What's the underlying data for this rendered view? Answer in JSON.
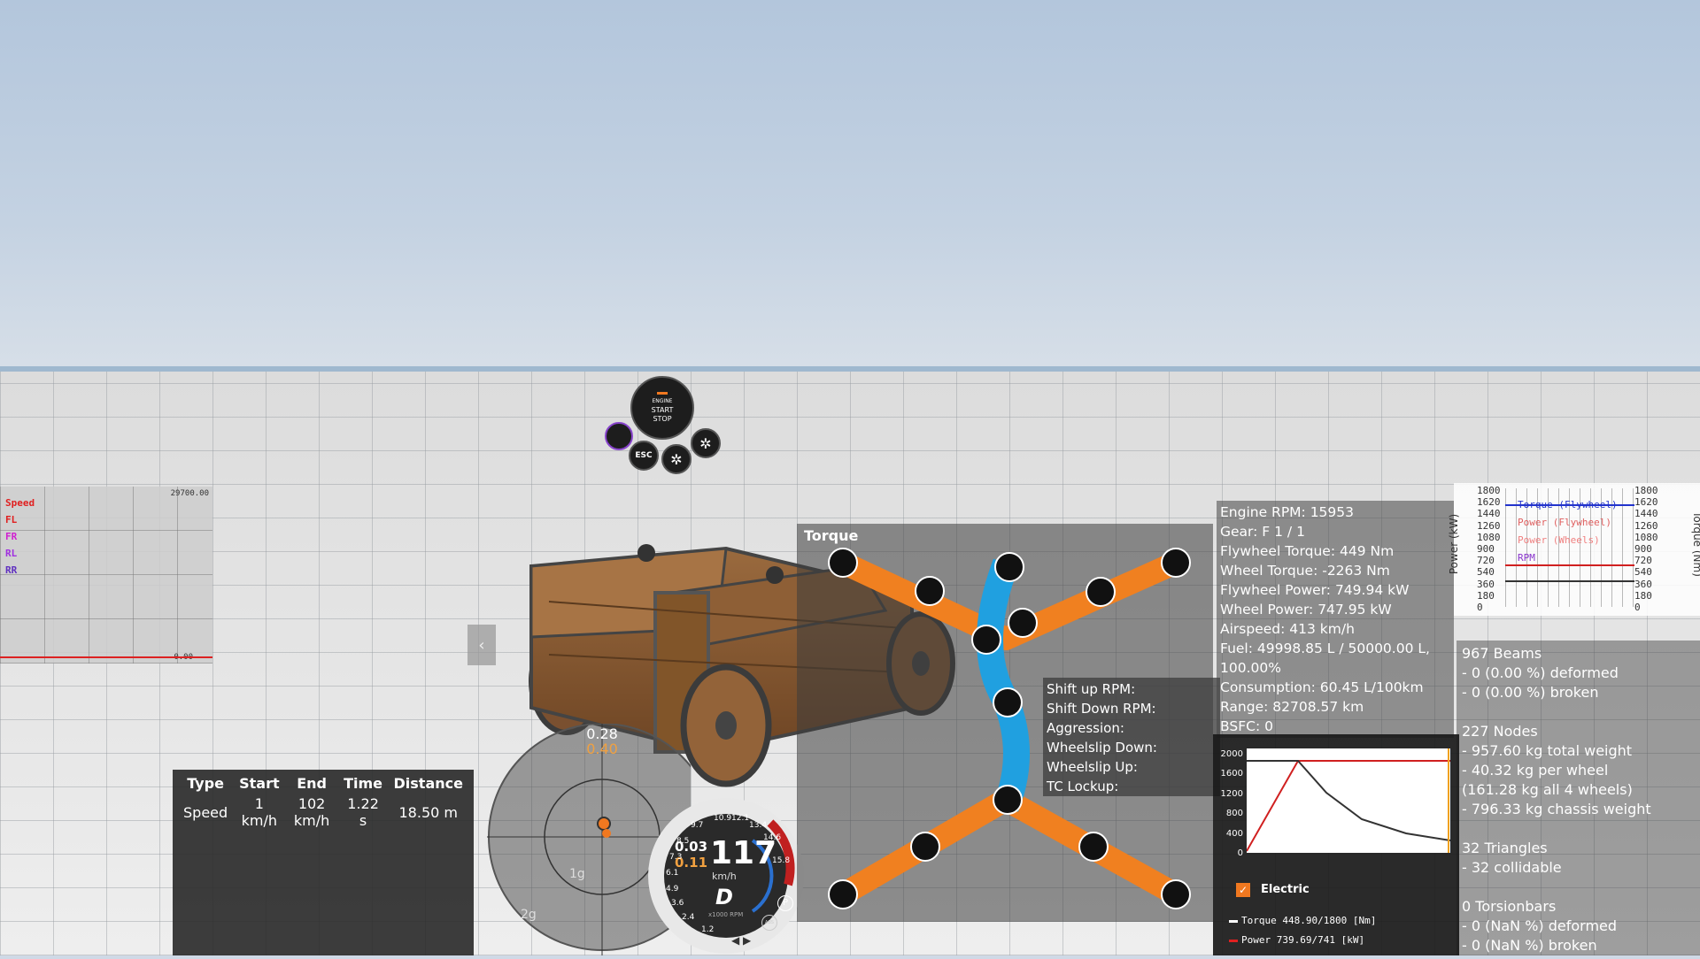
{
  "wheelspeed_graph": {
    "labels": [
      {
        "text": "Speed",
        "color": "#e02020"
      },
      {
        "text": "FL",
        "color": "#e02020"
      },
      {
        "text": "FR",
        "color": "#d020d0"
      },
      {
        "text": "RL",
        "color": "#a030e0"
      },
      {
        "text": "RR",
        "color": "#6030c0"
      }
    ],
    "max": "29700.00",
    "min": "0.00"
  },
  "engine_buttons": {
    "start_stop": [
      "ENGINE",
      "START",
      "STOP"
    ],
    "esc": "ESC"
  },
  "measurements": {
    "headers": [
      "Type",
      "Start",
      "End",
      "Time",
      "Distance"
    ],
    "rows": [
      [
        "Speed",
        "1 km/h",
        "102 km/h",
        "1.22 s",
        "18.50 m"
      ]
    ]
  },
  "gmeter": {
    "value1": "0.28",
    "value2": "0.40",
    "ring1": "1g",
    "ring2": "2g"
  },
  "speedometer": {
    "speed": "117",
    "unit": "km/h",
    "gear": "D",
    "g_long": "0.03",
    "g_lat": "0.11",
    "rpm_label": "x1000 RPM",
    "ticks": [
      "1.2",
      "2.4",
      "3.6",
      "4.9",
      "6.1",
      "7.3",
      "8.5",
      "9.7",
      "10.9",
      "12.1",
      "13.4",
      "14.6",
      "15.8"
    ],
    "indicators": [
      "P",
      "ABS"
    ]
  },
  "torque_panel": {
    "title": "Torque"
  },
  "shift_panel": {
    "lines": [
      "Shift up RPM:",
      "Shift Down RPM:",
      "Aggression:",
      "Wheelslip Down:",
      "Wheelslip Up:",
      "TC Lockup:"
    ]
  },
  "engine_info": {
    "lines": [
      "Engine RPM: 15953",
      "Gear: F 1 / 1",
      "Flywheel Torque: 449 Nm",
      "Wheel Torque: -2263 Nm",
      "Flywheel Power: 749.94 kW",
      "Wheel Power: 747.95 kW",
      "Airspeed: 413 km/h",
      "Fuel: 49998.85 L / 50000.00 L,",
      "100.00%",
      "Consumption: 60.45 L/100km",
      "Range: 82708.57 km",
      "BSFC: 0"
    ]
  },
  "curve_graph": {
    "ticks": [
      "1800",
      "1620",
      "1440",
      "1260",
      "1080",
      "900",
      "720",
      "540",
      "360",
      "180",
      "0"
    ],
    "left_axis": "Power (kW)",
    "right_axis": "Torque (Nm)",
    "series": [
      {
        "name": "Torque (Flywheel)",
        "color": "#2233cc"
      },
      {
        "name": "Power (Flywheel)",
        "color": "#e06060"
      },
      {
        "name": "Power (Wheels)",
        "color": "#f08080"
      },
      {
        "name": "RPM",
        "color": "#8833cc"
      }
    ]
  },
  "beam_stats": {
    "groups": [
      [
        "967 Beams",
        "- 0 (0.00 %) deformed",
        "- 0 (0.00 %) broken"
      ],
      [
        "227 Nodes",
        "- 957.60 kg total weight",
        "- 40.32 kg per wheel",
        "(161.28 kg all 4 wheels)",
        "- 796.33 kg chassis weight"
      ],
      [
        "32 Triangles",
        "- 32 collidable"
      ],
      [
        "0 Torsionbars",
        "- 0 (NaN %) deformed",
        "- 0 (NaN %) broken"
      ]
    ]
  },
  "dyno": {
    "y_ticks": [
      "2000",
      "1600",
      "1200",
      "800",
      "400",
      "0"
    ],
    "electric_label": "Electric",
    "electric_checked": true,
    "torque_legend": "Torque 448.90/1800 [Nm]",
    "power_legend": "Power  739.69/741  [kW]",
    "torque_color": "#ffffff",
    "power_color": "#e02020"
  }
}
